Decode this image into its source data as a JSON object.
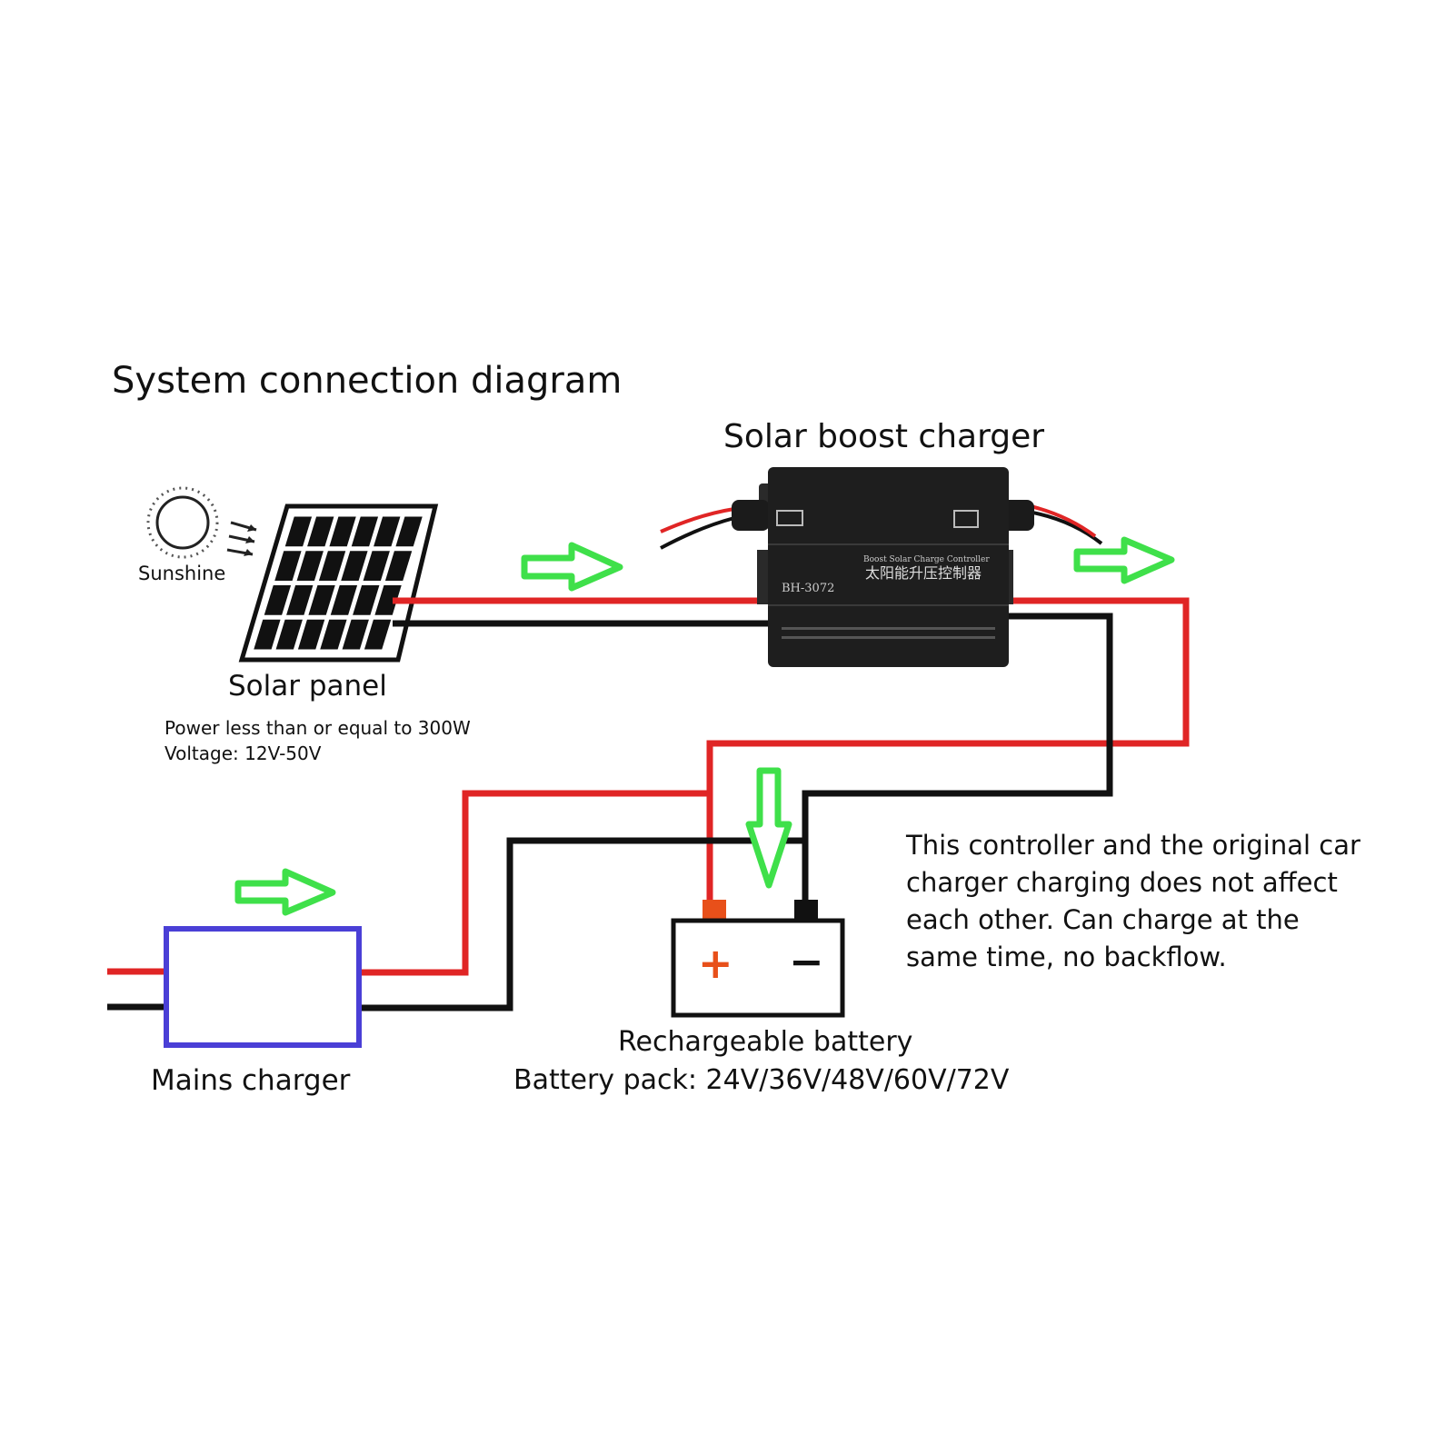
{
  "title": "System connection diagram",
  "solar_boost_charger": {
    "label": "Solar boost charger",
    "device_text": {
      "model": "BH-3072",
      "name_en": "Boost Solar Charge Controller",
      "name_cn": "太阳能升压控制器"
    }
  },
  "sunshine": {
    "label": "Sunshine"
  },
  "solar_panel": {
    "label": "Solar panel",
    "spec_power": "Power less than or equal to 300W",
    "spec_voltage": "Voltage: 12V-50V"
  },
  "mains_charger": {
    "label": "Mains charger"
  },
  "battery": {
    "label": "Rechargeable battery",
    "pack": "Battery pack: 24V/36V/48V/60V/72V",
    "plus_symbol": "+",
    "minus_symbol": "−"
  },
  "note": {
    "lines": [
      "This controller and the original car",
      "charger charging does not affect",
      "each other. Can charge at the",
      "same time, no backflow."
    ]
  },
  "colors": {
    "positive_wire": "#e02525",
    "negative_wire": "#111111",
    "flow_arrow": "#3fe04a",
    "mains_box": "#4a3fd6",
    "device_body": "#1e1e1e",
    "battery_plus": "#e8501a"
  }
}
